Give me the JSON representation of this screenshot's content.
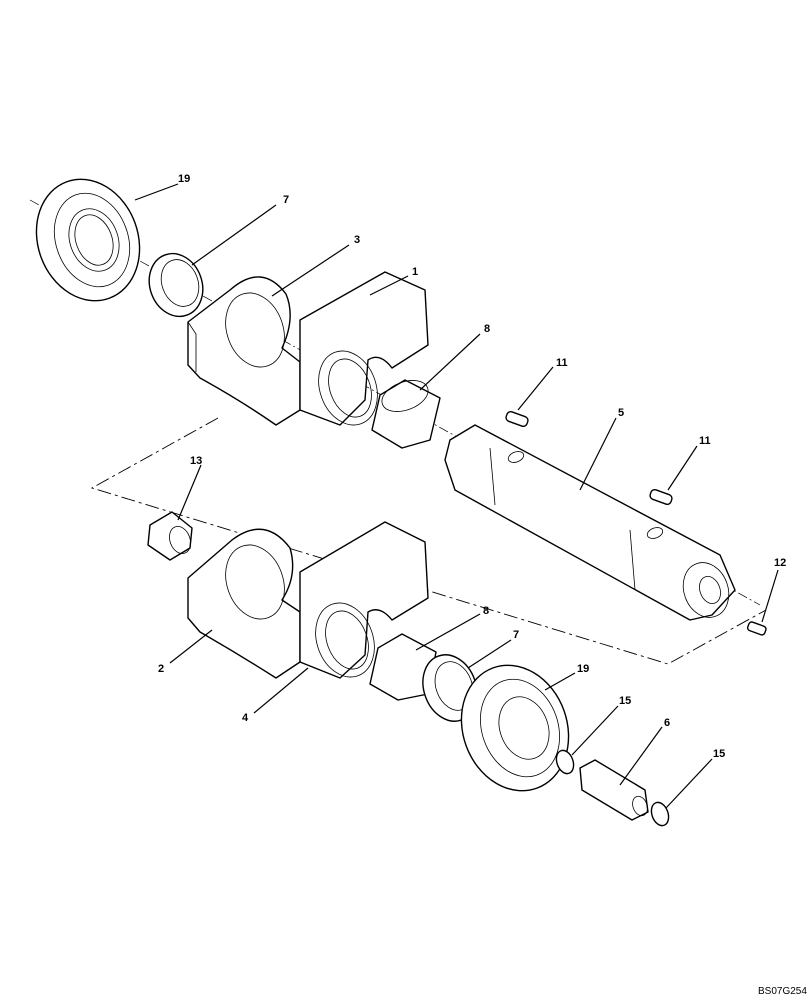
{
  "figure_id": "BS07G254",
  "callouts": {
    "c19a": "19",
    "c7a": "7",
    "c3": "3",
    "c1": "1",
    "c8a": "8",
    "c11a": "11",
    "c5": "5",
    "c11b": "11",
    "c13": "13",
    "c12": "12",
    "c2": "2",
    "c8b": "8",
    "c7b": "7",
    "c19b": "19",
    "c4": "4",
    "c15a": "15",
    "c6": "6",
    "c15b": "15"
  }
}
